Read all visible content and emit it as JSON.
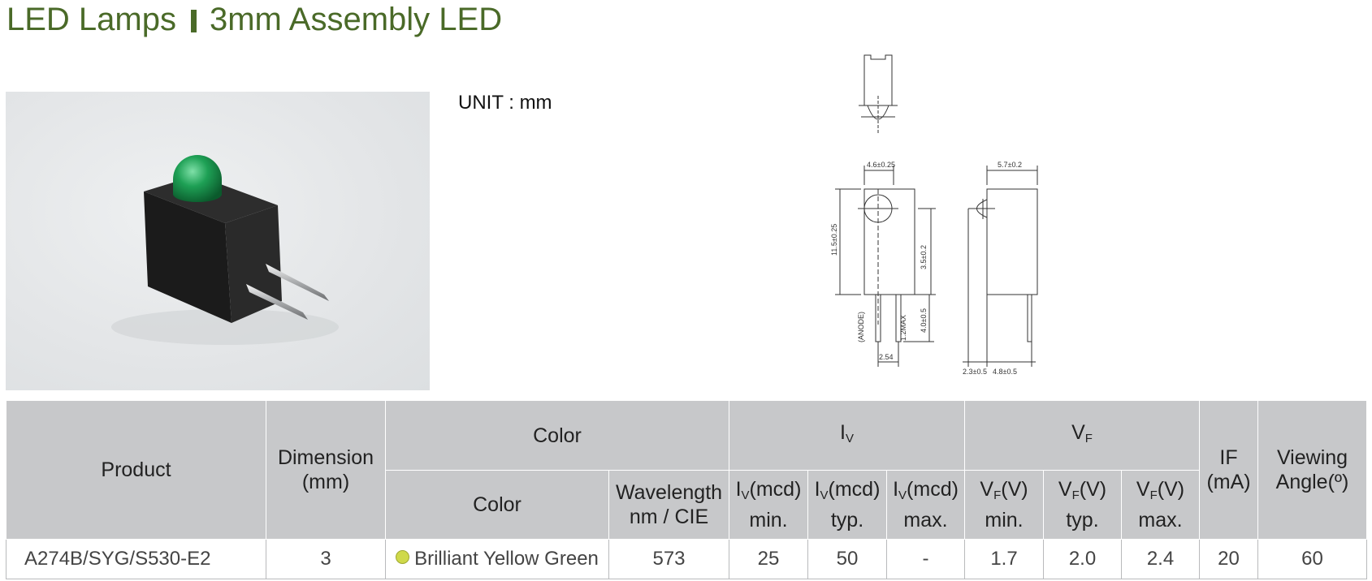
{
  "header": {
    "category": "LED Lamps",
    "product_line": "3mm Assembly LED"
  },
  "unit_label": "UNIT : mm",
  "drawing": {
    "dimensions": [
      "4.6±0.25",
      "5.7±0.2",
      "11.5±0.25",
      "3.5±0.2",
      "4.0±0.5",
      "(ANODE)",
      "1.2MAX",
      "2.54",
      "2.3±0.5",
      "4.8±0.5"
    ]
  },
  "table": {
    "headers": {
      "product": "Product",
      "dimension": "Dimension (mm)",
      "color_group": "Color",
      "iv_group": "I",
      "iv_sub": "V",
      "vf_group": "V",
      "vf_sub": "F",
      "if": "IF (mA)",
      "viewing_angle": "Viewing Angle(º)",
      "color": "Color",
      "wavelength": "Wavelength nm / CIE",
      "iv_unit": "(mcd)",
      "vf_unit": "(V)",
      "min": "min.",
      "typ": "typ.",
      "max": "max."
    },
    "rows": [
      {
        "product": "A274B/SYG/S530-E2",
        "dimension": "3",
        "color": "Brilliant Yellow Green",
        "color_swatch": "#cfd94a",
        "wavelength": "573",
        "iv_min": "25",
        "iv_typ": "50",
        "iv_max": "-",
        "vf_min": "1.7",
        "vf_typ": "2.0",
        "vf_max": "2.4",
        "if": "20",
        "viewing_angle": "60"
      }
    ]
  },
  "colors": {
    "title": "#4a6a28",
    "header_bg": "#c7c8ca",
    "led_lens": "#1ea055",
    "housing": "#222222"
  }
}
